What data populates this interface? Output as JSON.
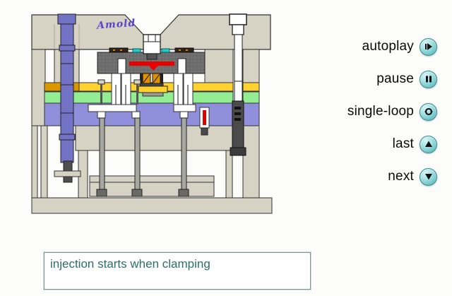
{
  "logo": {
    "text": "Amold"
  },
  "controls": {
    "items": [
      {
        "id": "autoplay",
        "label": "autoplay"
      },
      {
        "id": "pause",
        "label": "pause"
      },
      {
        "id": "single-loop",
        "label": "single-loop"
      },
      {
        "id": "last",
        "label": "last"
      },
      {
        "id": "next",
        "label": "next"
      }
    ]
  },
  "caption": {
    "text": "injection starts when clamping"
  },
  "colors": {
    "button_teal": "#6fc4c7",
    "caption_text": "#2d6e67",
    "machine_frame": "#d6d2c4",
    "clamp_column_blue": "#7373c6",
    "plate_gold": "#db9700",
    "plate_yellow": "#ffd22f",
    "plate_green": "#93ee93",
    "plate_blue": "#8f8fdc",
    "cavity_gray": "#6d6d6d",
    "melt_red": "#e90000",
    "cooling_cyan": "#2cc8c8",
    "logo_purple": "#5a45cc"
  }
}
